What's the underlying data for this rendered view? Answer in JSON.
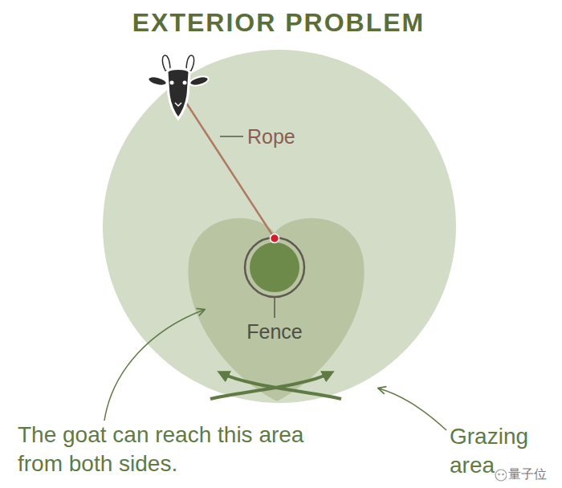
{
  "diagram": {
    "title": "EXTERIOR PROBLEM",
    "labels": [
      "Rope",
      "Fence",
      "The goat can reach this area from both sides.",
      "Grazing area",
      "量子位"
    ]
  }
}
